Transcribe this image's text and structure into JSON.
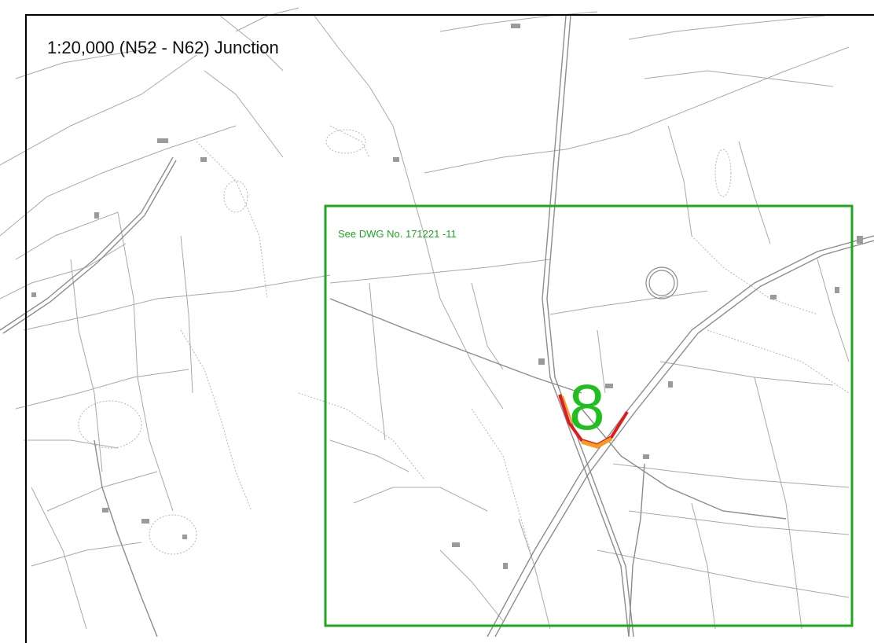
{
  "map": {
    "title": "1:20,000 (N52 - N62) Junction",
    "reference_box": {
      "label": "See DWG No. 171221 -11",
      "color": "#1fa71f"
    },
    "junction": {
      "number": "8",
      "number_color": "#1fbf1f",
      "scheme_colors": [
        "#e31a1c",
        "#f59b20"
      ]
    },
    "base_line_color": "#9a9a9a"
  }
}
